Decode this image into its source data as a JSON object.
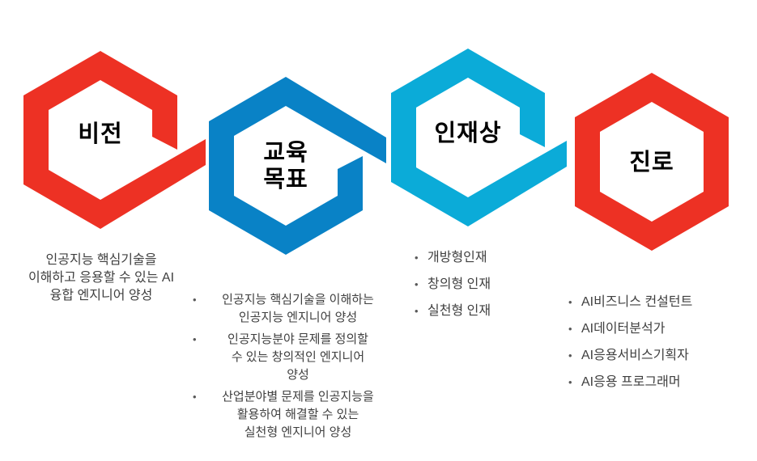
{
  "colors": {
    "red": "#ED3124",
    "blue": "#0982C6",
    "cyan": "#0BABD8",
    "heading": "#000000",
    "body": "#3F3F3F",
    "bullet": "#595959",
    "background": "#FFFFFF"
  },
  "bullet_char": "•",
  "hexagons": {
    "vision": {
      "label": "비전"
    },
    "goals": {
      "label_line1": "교육",
      "label_line2": "목표"
    },
    "talent": {
      "label": "인재상"
    },
    "career": {
      "label": "진로"
    }
  },
  "sections": {
    "vision": {
      "lines": [
        "인공지능 핵심기술을",
        "이해하고 응용할 수 있는 AI",
        "융합 엔지니어 양성"
      ]
    },
    "goals": {
      "bullets": [
        {
          "lines": [
            "인공지능 핵심기술을 이해하는",
            "인공지능 엔지니어 양성"
          ]
        },
        {
          "lines": [
            "인공지능분야 문제를 정의할",
            "수 있는 창의적인 엔지니어",
            "양성"
          ]
        },
        {
          "lines": [
            "산업분야별 문제를 인공지능을",
            "활용하여 해결할 수 있는",
            "실천형 엔지니어 양성"
          ]
        }
      ]
    },
    "talent": {
      "bullets": [
        "개방형인재",
        "창의형 인재",
        "실천형 인재"
      ]
    },
    "career": {
      "bullets": [
        "AI비즈니스 컨설턴트",
        "AI데이터분석가",
        "AI응용서비스기획자",
        "AI응용 프로그래머"
      ]
    }
  }
}
